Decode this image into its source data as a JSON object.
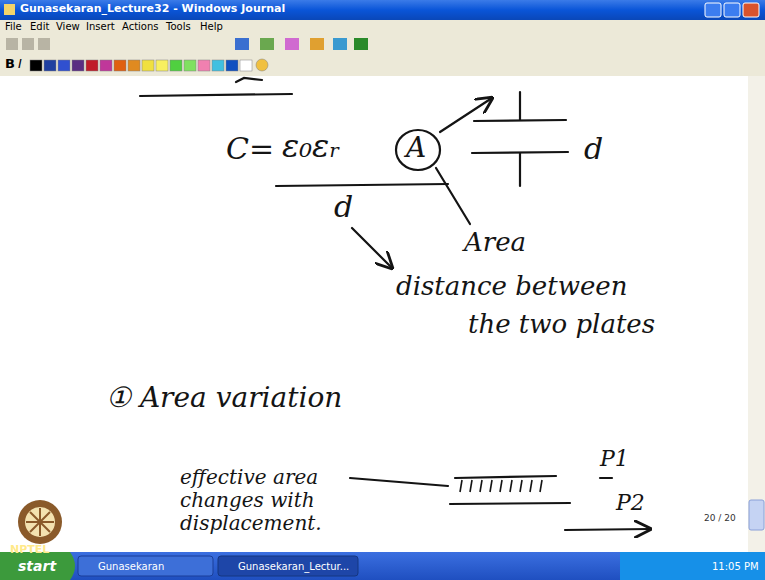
{
  "diagram": {
    "labels": [
      "Gunasekaran_Lecture32 - Windows Journal",
      "File",
      "Edit",
      "View",
      "Insert",
      "Actions",
      "Tools",
      "Help",
      "B",
      "I",
      "C=",
      "ε₀εᵣ",
      "A",
      "d",
      "d",
      "Area",
      "distance between",
      "the two plates",
      "① Area variation",
      "P1",
      "P2",
      "effective area changes with displacement.",
      "20 / 20",
      "NPTEL",
      "start",
      "Gunasekaran",
      "Gunasekaran_Lectur...",
      "11:05 PM"
    ]
  }
}
